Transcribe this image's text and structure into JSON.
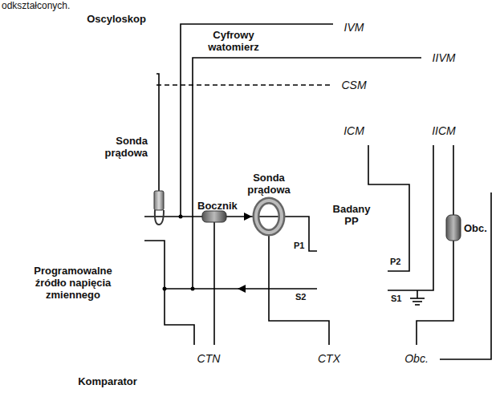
{
  "diagram": {
    "nodes": [
      {
        "text": [
          "Oscyloskop"
        ]
      },
      {
        "text": [
          "Cyfrowy watomierz"
        ]
      },
      {
        "text": [
          "IVM"
        ],
        "in": 1
      },
      {
        "text": [
          "IIVM"
        ],
        "in": 1
      },
      {
        "text": [
          "CSM"
        ],
        "in": 1
      },
      {
        "text": [
          "ICM"
        ],
        "in": 1
      },
      {
        "text": [
          "IICM"
        ],
        "in": 1
      },
      {
        "text": [
          "Programowalne źródło napięcia zmiennego"
        ]
      },
      {
        "text": [
          "Badany PP"
        ]
      },
      {
        "text": [
          "Komparator"
        ]
      },
      {
        "text": [
          "CTN"
        ],
        "in": 9
      },
      {
        "text": [
          "CTX"
        ],
        "in": 9
      },
      {
        "text": [
          "Obc."
        ],
        "in": 9
      }
    ],
    "edges": [
      {
        "from": 0,
        "to": 4,
        "arrow": "none"
      },
      {
        "from": 5,
        "to": 8,
        "arrow": "none"
      },
      {
        "from": 6,
        "to": 8,
        "arrow": "none"
      },
      {
        "from": 6,
        "to": 12,
        "arrow": "none"
      },
      {
        "from": 7,
        "to": 10,
        "arrow": "none"
      }
    ],
    "labels": [
      "odkształconych.",
      "Sonda prądowa",
      "Bocznik",
      "Sonda prądowa",
      "P1",
      "P2",
      "S2",
      "S1",
      "Obc."
    ]
  }
}
